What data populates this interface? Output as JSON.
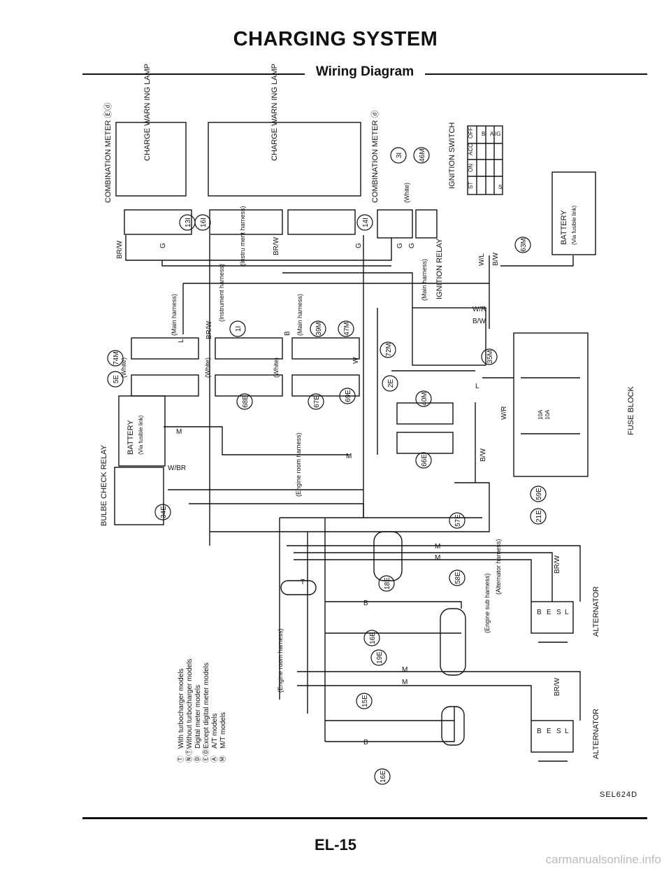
{
  "header": {
    "title": "CHARGING SYSTEM",
    "subtitle": "Wiring Diagram"
  },
  "components": {
    "combination_meter_ed": "COMBINATION METER Ⓔⓓ",
    "combination_meter_d": "COMBINATION METER ⓓ",
    "charge_warn_lamp": "CHARGE WARN ING LAMP",
    "ignition_switch": "IGNITION SWITCH",
    "ignition_relay": "IGNITION RELAY",
    "battery": "BATTERY",
    "battery_note": "(Via fusible link)",
    "bulb_check_relay": "BULBE CHECK RELAY",
    "fuse_block": "FUSE BLOCK",
    "alternator_nt": "ALTERNATOR",
    "alternator_t": "ALTERNATOR"
  },
  "connectors": [
    "13I",
    "16I",
    "14I",
    "3I",
    "46M",
    "63M",
    "74M",
    "5E",
    "1I",
    "39M",
    "47M",
    "72M",
    "35M",
    "68E",
    "67E",
    "69E",
    "2E",
    "40M",
    "66E",
    "34E",
    "59E",
    "21E",
    "57E",
    "18E",
    "58E",
    "16E",
    "19E",
    "15E"
  ],
  "harness_labels": {
    "main": "(Main harness)",
    "instrument": "(Instrument harness)",
    "instru_ment": "(Instru ment harness)",
    "engine_room": "(Engine room harness)",
    "engine_sub": "(Engine sub harness)",
    "alternator": "(Alternator harness)",
    "white": "(White)"
  },
  "wire_colors": [
    "BR/W",
    "G",
    "L",
    "M",
    "W",
    "B",
    "W/R",
    "B/W",
    "W/L",
    "W/BR",
    "T"
  ],
  "fuse_ratings": [
    "10A",
    "10A"
  ],
  "ignition_positions": [
    "OFF",
    "ACC",
    "ON",
    "ST"
  ],
  "ignition_terminals": [
    "B",
    "A",
    "IG",
    "S"
  ],
  "alternator_terminals": [
    "B",
    "E",
    "S",
    "L"
  ],
  "legend": {
    "items": [
      {
        "symbol": "Ⓣ",
        "text": "With turbocharger models"
      },
      {
        "symbol": "ⓃⓉ",
        "text": "Without turbocharger models"
      },
      {
        "symbol": "Ⓓ",
        "text": "Digital meter models"
      },
      {
        "symbol": "ⒺⒹ",
        "text": "Except digital meter models"
      },
      {
        "symbol": "Ⓐ",
        "text": "A/T models"
      },
      {
        "symbol": "Ⓜ",
        "text": "M/T models"
      }
    ]
  },
  "footer": {
    "code": "SEL624D",
    "page": "EL-15",
    "watermark": "carmanualsonline.info"
  }
}
